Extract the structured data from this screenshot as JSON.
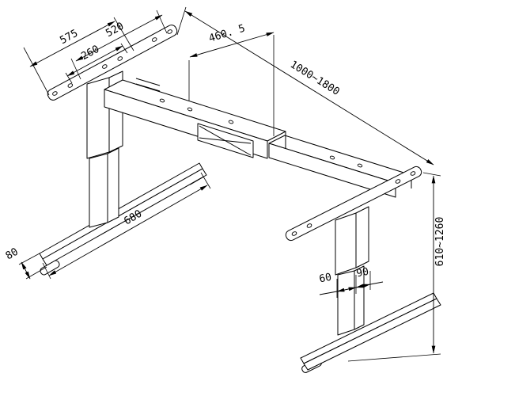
{
  "colors": {
    "background": "#ffffff",
    "line": "#000000"
  },
  "dimensions": {
    "top_bracket_length": "575",
    "top_bracket_hole_span": "520",
    "top_bracket_inner_hole_span": "260",
    "beam_section_length": "460. 5",
    "desk_length_range": "1000~1800",
    "desk_height_range": "610~1260",
    "foot_length": "680",
    "foot_width": "80",
    "column_depth": "60",
    "column_width": "90"
  }
}
